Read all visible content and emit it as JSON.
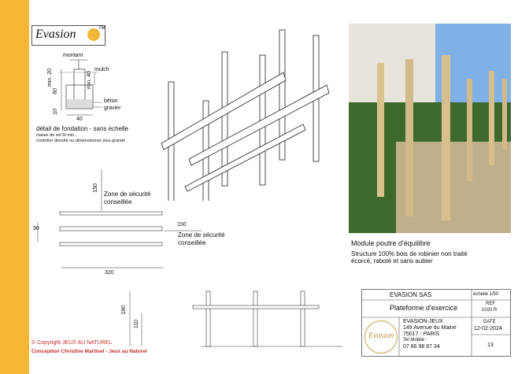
{
  "logo": {
    "text": "Evasion",
    "tm": "TM"
  },
  "foundation": {
    "montant": "montant",
    "mulch": "mulch",
    "min20": "min. 20",
    "min40": "min. 40",
    "dim60": "60",
    "dim10": "10",
    "beton": "béton",
    "gravier": "gravier",
    "width40": "40",
    "title": "détail de fondation - sans échelle",
    "note1": "classe de sol III min.,",
    "note2": "contrôler densité ou dimensionner plus grande"
  },
  "plan": {
    "dim150v": "150",
    "zone1": "Zone de sécurité",
    "zone1b": "conseillée",
    "dim90": "90",
    "dim150h": "150",
    "zone2": "Zone de sécurité",
    "zone2b": "conseillée",
    "dim320": "320"
  },
  "elevation": {
    "dim180": "180",
    "dim110": "110"
  },
  "module": {
    "title": "Module poutre d'équilibre",
    "desc1": "Structure 100% bois de robinier non traité",
    "desc2": "écorcé, raboté et sans aubier"
  },
  "titleblock": {
    "company": "EVASION SAS",
    "scale": "échelle 1/50",
    "product": "Plateforme d'exercice",
    "ref_label": "REF",
    "ref": "1020 R",
    "brand": "EVASION-JEUX",
    "addr1": "149 Avenue du Maine",
    "addr2": "75017 - PARIS",
    "tel_label": "Tel Mobile :",
    "tel": "07 86 98 87 34",
    "date_label": "DATE",
    "date": "12-02-2024",
    "page": "13",
    "seal_text": "Evasion"
  },
  "footer": {
    "copyright": "© Copyright  JEUX AU NATUREL",
    "conception": "Conception Christine Martinel - Jeux au Naturel"
  }
}
